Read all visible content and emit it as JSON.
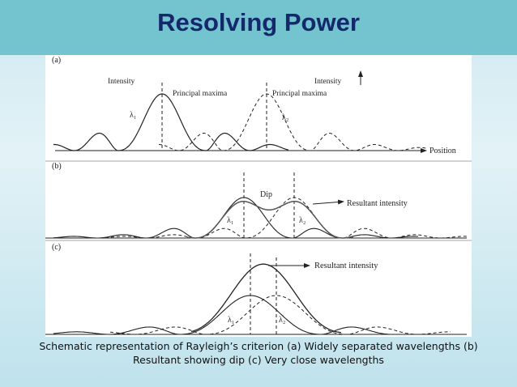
{
  "title": "Resolving Power",
  "panels": {
    "a": {
      "label": "(a)",
      "intensity_left": "Intensity",
      "principal_maxima_left": "Principal maxima",
      "principal_maxima_right": "Principal maxima",
      "intensity_right": "Intensity",
      "lambda1": "λ₁",
      "lambda2": "λ₂",
      "position": "Position"
    },
    "b": {
      "label": "(b)",
      "dip": "Dip",
      "resultant": "Resultant intensity",
      "lambda1": "λ₁",
      "lambda2": "λ₂"
    },
    "c": {
      "label": "(c)",
      "resultant": "Resultant intensity",
      "lambda1": "λ₁",
      "lambda2": "λ₂"
    }
  },
  "caption": {
    "line1": "Schematic representation of Rayleigh’s criterion (a) Widely separated wavelengths (b)",
    "line2": "Resultant showing dip (c) Very close wavelengths"
  },
  "colors": {
    "title_bar": "#74c4cf",
    "title_text": "#14296b"
  }
}
